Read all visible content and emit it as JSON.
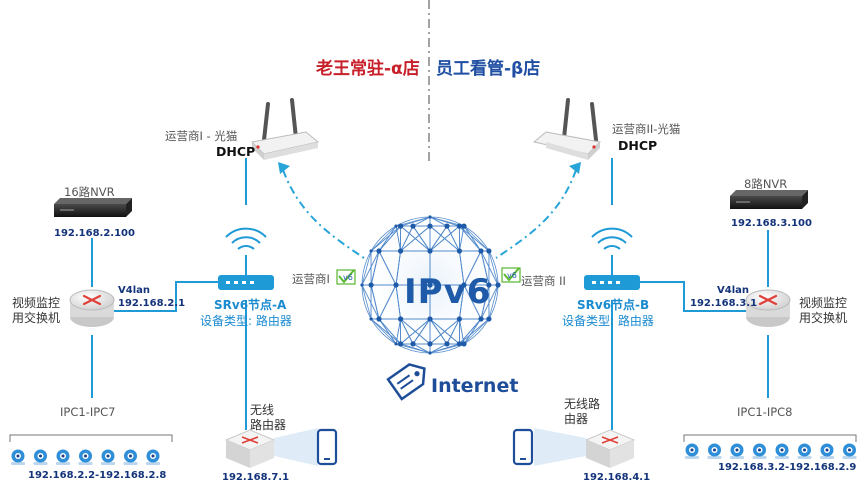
{
  "title": {
    "left": "老王常驻-α店",
    "right": "员工看管-β店"
  },
  "left": {
    "modem_label": "运营商Ⅰ - 光猫",
    "modem_dhcp": "DHCP",
    "nvr_label": "16路NVR",
    "nvr_ip": "192.168.2.100",
    "switch_label": "视频监控\n用交换机",
    "v4lan": "V4lan",
    "v4lan_ip": "192.168.2.1",
    "srv6_title": "SRv6节点-A",
    "srv6_type": "设备类型: 路由器",
    "ipc_label": "IPC1-IPC7",
    "ipc_range": "192.168.2.2-192.168.2.8",
    "ipc_count": 7,
    "wireless_router_label": "无线\n路由器",
    "wireless_router_ip": "192.168.7.1",
    "carrier_label": "运营商Ⅰ",
    "v6_badge": "v6"
  },
  "right": {
    "modem_label": "运营商II-光猫",
    "modem_dhcp": "DHCP",
    "nvr_label": "8路NVR",
    "nvr_ip": "192.168.3.100",
    "switch_label": "视频监控\n用交换机",
    "v4lan": "V4lan",
    "v4lan_ip": "192.168.3.1",
    "srv6_title": "SRv6节点-B",
    "srv6_type": "设备类型: 路由器",
    "ipc_label": "IPC1-IPC8",
    "ipc_range": "192.168.3.2-192.168.2.9",
    "ipc_count": 8,
    "wireless_router_label": "无线路\n由器",
    "wireless_router_ip": "192.168.4.1",
    "carrier_label": "运营商 II",
    "v6_badge": "v6"
  },
  "center": {
    "ipv6": "IPv6",
    "internet": "Internet"
  },
  "colors": {
    "link": "#1e9ad6",
    "dashed_link": "#27a4d8",
    "alpha": "#c8202a",
    "beta": "#1f4ea3",
    "globe": "#2a6fc0"
  }
}
